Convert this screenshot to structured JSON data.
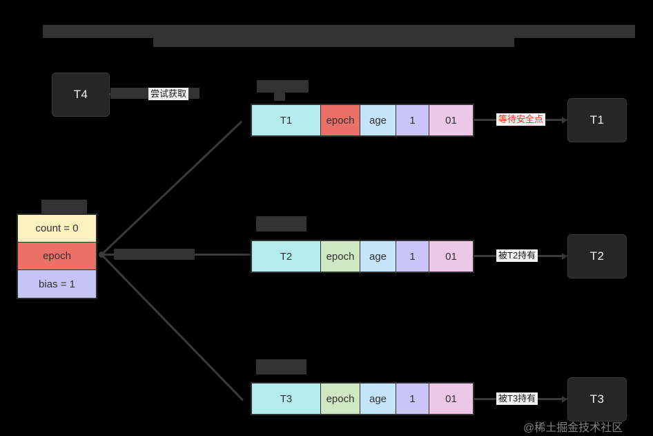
{
  "title": {
    "redacted": true,
    "note": "title-bar-redacted"
  },
  "threads": {
    "t4": {
      "label": "T4"
    },
    "t1": {
      "label": "T1"
    },
    "t2": {
      "label": "T2"
    },
    "t3": {
      "label": "T3"
    }
  },
  "object_header": {
    "title_redacted": true,
    "rows": [
      {
        "label": "count = 0",
        "color": "#fbf2c0"
      },
      {
        "label": "epoch",
        "color": "#ea7068"
      },
      {
        "label": "bias = 1",
        "color": "#c4c4f6"
      }
    ]
  },
  "markwords": [
    {
      "name": "markword-t1",
      "title_redacted": true,
      "cells": [
        {
          "label": "T1",
          "color": "#b4ecee"
        },
        {
          "label": "epoch",
          "color": "#ea7068"
        },
        {
          "label": "age",
          "color": "#c4e4fb"
        },
        {
          "label": "1",
          "color": "#cac4f8"
        },
        {
          "label": "01",
          "color": "#edc7e7"
        }
      ]
    },
    {
      "name": "markword-t2",
      "title_redacted": true,
      "cells": [
        {
          "label": "T2",
          "color": "#b4ecee"
        },
        {
          "label": "epoch",
          "color": "#cfe8c4"
        },
        {
          "label": "age",
          "color": "#c4e4fb"
        },
        {
          "label": "1",
          "color": "#cac4f8"
        },
        {
          "label": "01",
          "color": "#edc7e7"
        }
      ]
    },
    {
      "name": "markword-t3",
      "title_redacted": true,
      "cells": [
        {
          "label": "T3",
          "color": "#b4ecee"
        },
        {
          "label": "epoch",
          "color": "#cfe8c4"
        },
        {
          "label": "age",
          "color": "#c4e4fb"
        },
        {
          "label": "1",
          "color": "#cac4f8"
        },
        {
          "label": "01",
          "color": "#edc7e7"
        }
      ]
    }
  ],
  "edge_labels": {
    "t4_attempt": "尝试获取",
    "t1_wait": "等待安全点",
    "t2_held": "被T2持有",
    "t3_held": "被T3持有"
  },
  "colors": {
    "background": "#000000",
    "redaction": "#333333",
    "line": "#3a3a3a",
    "thread_box": "#262626",
    "alert_text": "#ff2a2a"
  },
  "watermark": {
    "text": "@稀土掘金技术社区"
  }
}
